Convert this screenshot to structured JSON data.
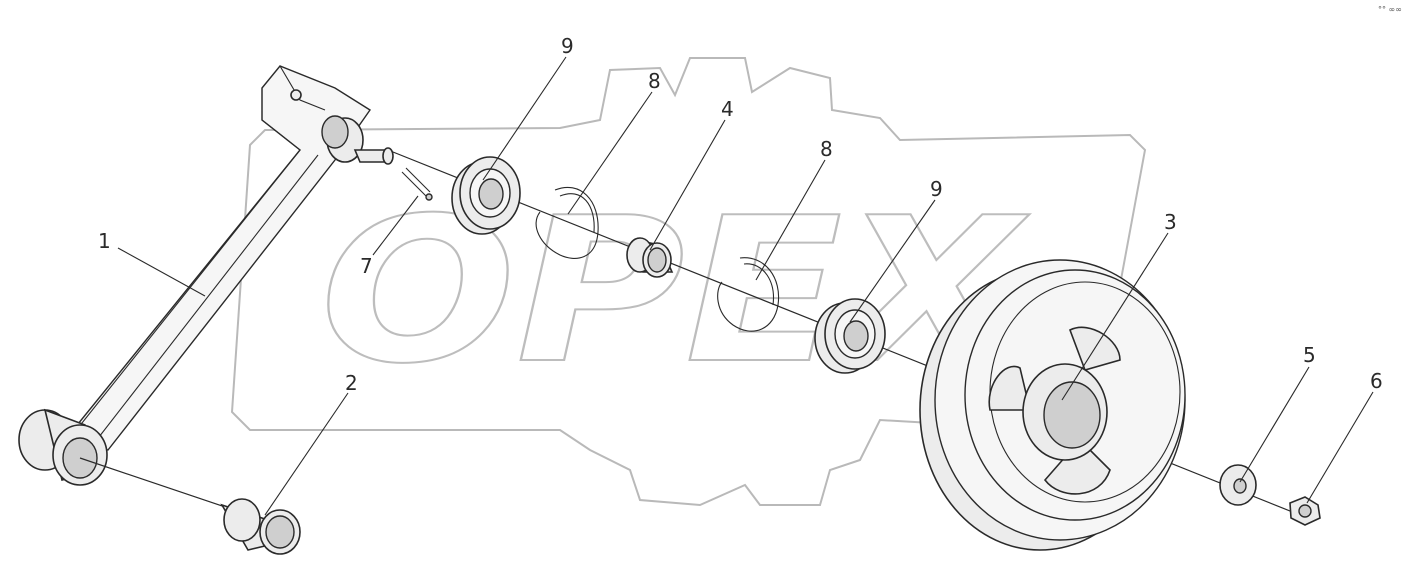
{
  "watermark": {
    "text": "OPEX"
  },
  "corner_mark": "°° ∞∞",
  "callouts": {
    "c1": "1",
    "c2": "2",
    "c3": "3",
    "c4": "4",
    "c5": "5",
    "c6": "6",
    "c7": "7",
    "c8a": "8",
    "c8b": "8",
    "c9a": "9",
    "c9b": "9"
  }
}
